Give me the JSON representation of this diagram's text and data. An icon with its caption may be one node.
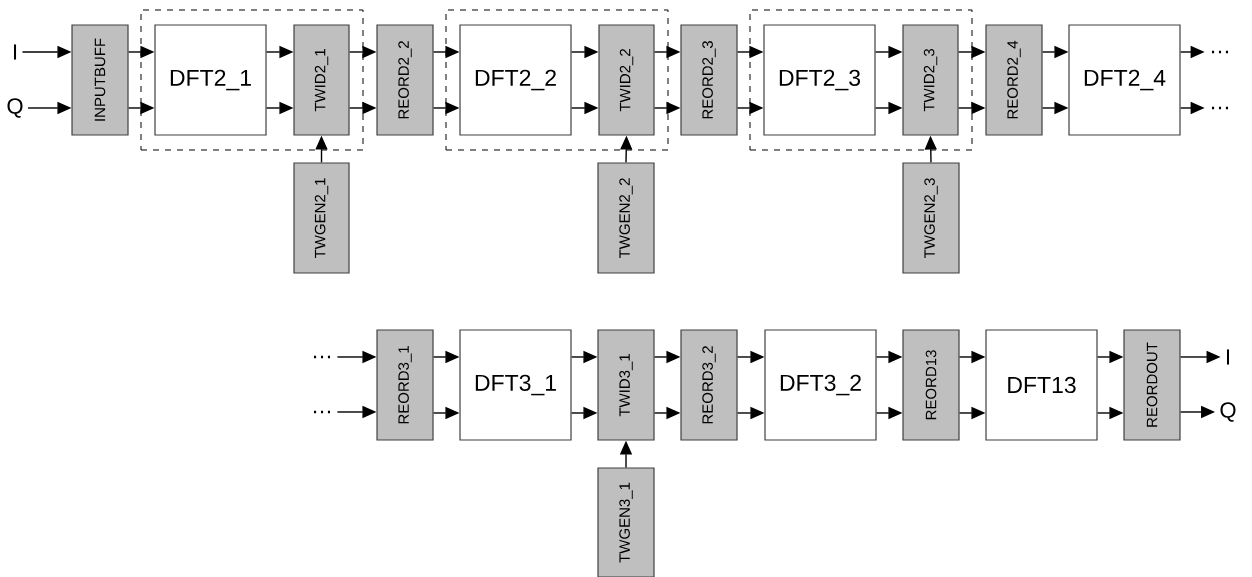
{
  "diagram": {
    "nodes": [
      {
        "text": [
          "I"
        ]
      },
      {
        "text": [
          "Q"
        ]
      },
      {
        "text": [
          "INPUTBUFF"
        ]
      },
      {
        "text": [],
        "shape": "box"
      },
      {
        "text": [
          "DFT2_1"
        ],
        "in": 3
      },
      {
        "text": [
          "TWID2_1"
        ],
        "in": 3
      },
      {
        "text": [
          "TWGEN2_1"
        ]
      },
      {
        "text": [
          "REORD2_2"
        ]
      },
      {
        "text": [],
        "shape": "box"
      },
      {
        "text": [
          "DFT2_2"
        ],
        "in": 8
      },
      {
        "text": [
          "TWID2_2"
        ],
        "in": 8
      },
      {
        "text": [
          "TWGEN2_2"
        ]
      },
      {
        "text": [
          "REORD2_3"
        ]
      },
      {
        "text": [],
        "shape": "box"
      },
      {
        "text": [
          "DFT2_3"
        ],
        "in": 13
      },
      {
        "text": [
          "TWID2_3"
        ],
        "in": 13
      },
      {
        "text": [
          "TWGEN2_3"
        ]
      },
      {
        "text": [
          "REORD2_4"
        ]
      },
      {
        "text": [
          "DFT2_4"
        ]
      },
      {
        "text": [
          "…"
        ]
      },
      {
        "text": [
          "…"
        ]
      },
      {
        "text": [
          "…"
        ]
      },
      {
        "text": [
          "…"
        ]
      },
      {
        "text": [
          "REORD3_1"
        ]
      },
      {
        "text": [
          "DFT3_1"
        ]
      },
      {
        "text": [
          "TWID3_1"
        ]
      },
      {
        "text": [
          "TWGEN3_1"
        ]
      },
      {
        "text": [
          "REORD3_2"
        ]
      },
      {
        "text": [
          "DFT3_2"
        ]
      },
      {
        "text": [
          "REORD13"
        ]
      },
      {
        "text": [
          "DFT13"
        ]
      },
      {
        "text": [
          "REORDOUT"
        ]
      },
      {
        "text": [
          "I"
        ]
      },
      {
        "text": [
          "Q"
        ]
      }
    ],
    "edges": [
      {
        "from": 0,
        "to": 2,
        "arrow": "to"
      },
      {
        "from": 1,
        "to": 2,
        "arrow": "to"
      },
      {
        "from": 2,
        "to": 4,
        "arrow": "to"
      },
      {
        "from": 2,
        "to": 4,
        "arrow": "to"
      },
      {
        "from": 4,
        "to": 5,
        "arrow": "to"
      },
      {
        "from": 4,
        "to": 5,
        "arrow": "to"
      },
      {
        "from": 6,
        "to": 5,
        "arrow": "to"
      },
      {
        "from": 5,
        "to": 7,
        "arrow": "to"
      },
      {
        "from": 5,
        "to": 7,
        "arrow": "to"
      },
      {
        "from": 7,
        "to": 9,
        "arrow": "to"
      },
      {
        "from": 7,
        "to": 9,
        "arrow": "to"
      },
      {
        "from": 9,
        "to": 10,
        "arrow": "to"
      },
      {
        "from": 9,
        "to": 10,
        "arrow": "to"
      },
      {
        "from": 11,
        "to": 10,
        "arrow": "to"
      },
      {
        "from": 10,
        "to": 12,
        "arrow": "to"
      },
      {
        "from": 10,
        "to": 12,
        "arrow": "to"
      },
      {
        "from": 12,
        "to": 14,
        "arrow": "to"
      },
      {
        "from": 12,
        "to": 14,
        "arrow": "to"
      },
      {
        "from": 14,
        "to": 15,
        "arrow": "to"
      },
      {
        "from": 14,
        "to": 15,
        "arrow": "to"
      },
      {
        "from": 16,
        "to": 15,
        "arrow": "to"
      },
      {
        "from": 15,
        "to": 17,
        "arrow": "to"
      },
      {
        "from": 15,
        "to": 17,
        "arrow": "to"
      },
      {
        "from": 17,
        "to": 18,
        "arrow": "to"
      },
      {
        "from": 17,
        "to": 18,
        "arrow": "to"
      },
      {
        "from": 18,
        "to": 19,
        "arrow": "to"
      },
      {
        "from": 18,
        "to": 20,
        "arrow": "to"
      },
      {
        "from": 21,
        "to": 23,
        "arrow": "to"
      },
      {
        "from": 22,
        "to": 23,
        "arrow": "to"
      },
      {
        "from": 23,
        "to": 24,
        "arrow": "to"
      },
      {
        "from": 23,
        "to": 24,
        "arrow": "to"
      },
      {
        "from": 24,
        "to": 25,
        "arrow": "to"
      },
      {
        "from": 24,
        "to": 25,
        "arrow": "to"
      },
      {
        "from": 26,
        "to": 25,
        "arrow": "to"
      },
      {
        "from": 25,
        "to": 27,
        "arrow": "to"
      },
      {
        "from": 25,
        "to": 27,
        "arrow": "to"
      },
      {
        "from": 27,
        "to": 28,
        "arrow": "to"
      },
      {
        "from": 27,
        "to": 28,
        "arrow": "to"
      },
      {
        "from": 28,
        "to": 29,
        "arrow": "to"
      },
      {
        "from": 28,
        "to": 29,
        "arrow": "to"
      },
      {
        "from": 29,
        "to": 30,
        "arrow": "to"
      },
      {
        "from": 29,
        "to": 30,
        "arrow": "to"
      },
      {
        "from": 30,
        "to": 31,
        "arrow": "to"
      },
      {
        "from": 30,
        "to": 31,
        "arrow": "to"
      },
      {
        "from": 31,
        "to": 32,
        "arrow": "to"
      },
      {
        "from": 31,
        "to": 33,
        "arrow": "to"
      }
    ]
  }
}
